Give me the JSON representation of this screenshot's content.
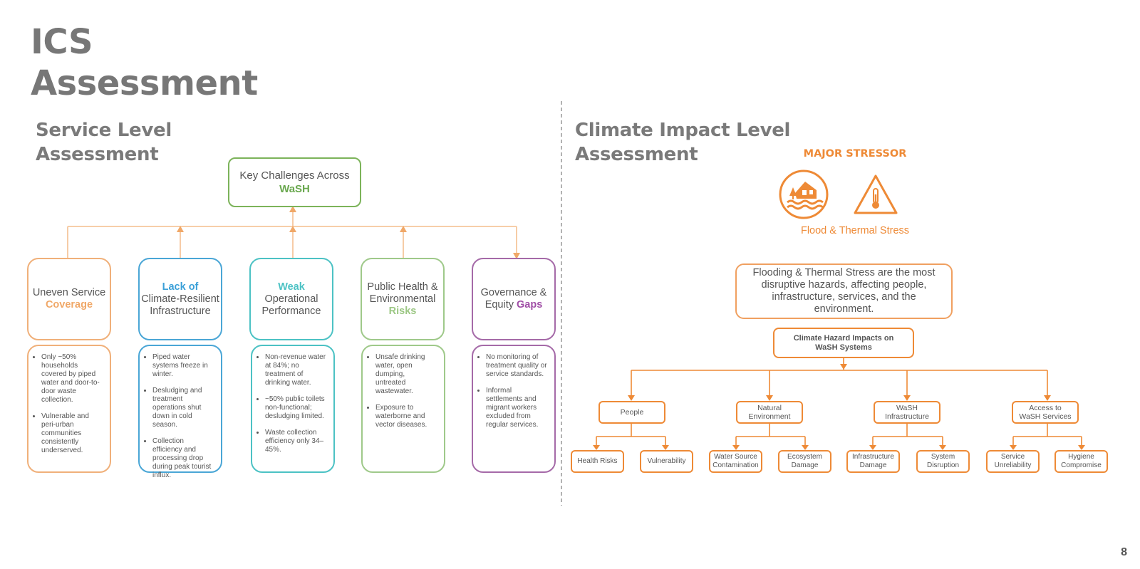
{
  "slide": {
    "title_line1": "ICS",
    "title_line2": "Assessment",
    "page_number": "8"
  },
  "service": {
    "title_line1": "Service Level",
    "title_line2": "Assessment",
    "key_box": {
      "line1": "Key Challenges Across",
      "accent": "WaSH"
    },
    "columns": [
      {
        "head_line1": "Uneven Service",
        "head_accent": "Coverage",
        "color": "#f0b07a",
        "bullets": [
          "Only ~50% households covered by piped water and door-to-door waste collection.",
          "Vulnerable and peri-urban communities consistently underserved."
        ]
      },
      {
        "head_accent": "Lack of",
        "head_line2": "Climate-Resilient",
        "head_line3": "Infrastructure",
        "color": "#4aa6d6",
        "bullets": [
          "Piped water systems freeze in winter.",
          "Desludging and treatment operations shut down in cold season.",
          "Collection efficiency and processing drop during peak tourist influx."
        ]
      },
      {
        "head_accent": "Weak",
        "head_line2": "Operational",
        "head_line3": "Performance",
        "color": "#4cc2c4",
        "bullets": [
          "Non-revenue water at 84%; no treatment of drinking water.",
          "~50% public toilets non-functional; desludging limited.",
          "Waste collection efficiency only 34–45%."
        ]
      },
      {
        "head_line1": "Public Health &",
        "head_line2": "Environmental",
        "head_accent": "Risks",
        "color": "#9fc98a",
        "bullets": [
          "Unsafe drinking water, open dumping, untreated wastewater.",
          "Exposure to waterborne and vector diseases."
        ]
      },
      {
        "head_line1": "Governance &",
        "head_line2": "Equity",
        "head_accent": "Gaps",
        "color": "#a56aa8",
        "bullets": [
          "No monitoring of treatment quality or service standards.",
          "Informal settlements and migrant workers excluded from regular services."
        ]
      }
    ]
  },
  "climate": {
    "title_line1": "Climate Impact Level",
    "title_line2": "Assessment",
    "stressor_title": "MAJOR STRESSOR",
    "stressor_subtitle": "Flood & Thermal Stress",
    "description": "Flooding & Thermal Stress are the most disruptive hazards, affecting people, infrastructure, services, and the environment.",
    "hazard_box": "Climate Hazard Impacts on WaSH Systems",
    "accent_color": "#ee8a36",
    "icons": [
      "flood-icon",
      "thermometer-warning-icon"
    ],
    "categories": [
      {
        "label_line1": "People",
        "label_line2": "",
        "leaves": [
          [
            "Health Risks",
            ""
          ],
          [
            "Vulnerability",
            ""
          ]
        ]
      },
      {
        "label_line1": "Natural",
        "label_line2": "Environment",
        "leaves": [
          [
            "Water Source",
            "Contamination"
          ],
          [
            "Ecosystem",
            "Damage"
          ]
        ]
      },
      {
        "label_line1": "WaSH",
        "label_line2": "Infrastructure",
        "leaves": [
          [
            "Infrastructure",
            "Damage"
          ],
          [
            "System",
            "Disruption"
          ]
        ]
      },
      {
        "label_line1": "Access to",
        "label_line2": "WaSH Services",
        "leaves": [
          [
            "Service",
            "Unreliability"
          ],
          [
            "Hygiene",
            "Compromise"
          ]
        ]
      }
    ]
  }
}
